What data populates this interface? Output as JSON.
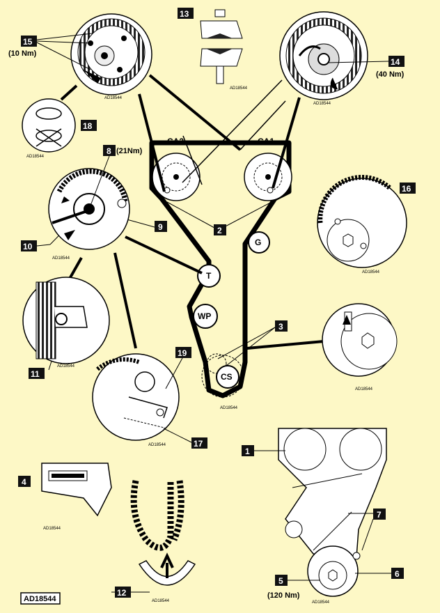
{
  "colors": {
    "background": "#fdf8c6",
    "ink": "#000000"
  },
  "figure_id": "AD18544",
  "callout_numbers": {
    "n1": "1",
    "n2": "2",
    "n3": "3",
    "n4": "4",
    "n5": "5",
    "n6": "6",
    "n7": "7",
    "n8": "8",
    "n9": "9",
    "n10": "10",
    "n11": "11",
    "n12": "12",
    "n13": "13",
    "n14": "14",
    "n15": "15",
    "n16": "16",
    "n17": "17",
    "n18": "18",
    "n19": "19"
  },
  "torque": {
    "n8": "(21Nm)",
    "n14": "(40 Nm)",
    "n15": "(10 Nm)",
    "n5": "(120 Nm)"
  },
  "pulleys": {
    "ca1": "CA1",
    "ca2": "CA2",
    "tensioner": "T",
    "water_pump": "WP",
    "idler": "G",
    "crankshaft": "CS"
  }
}
